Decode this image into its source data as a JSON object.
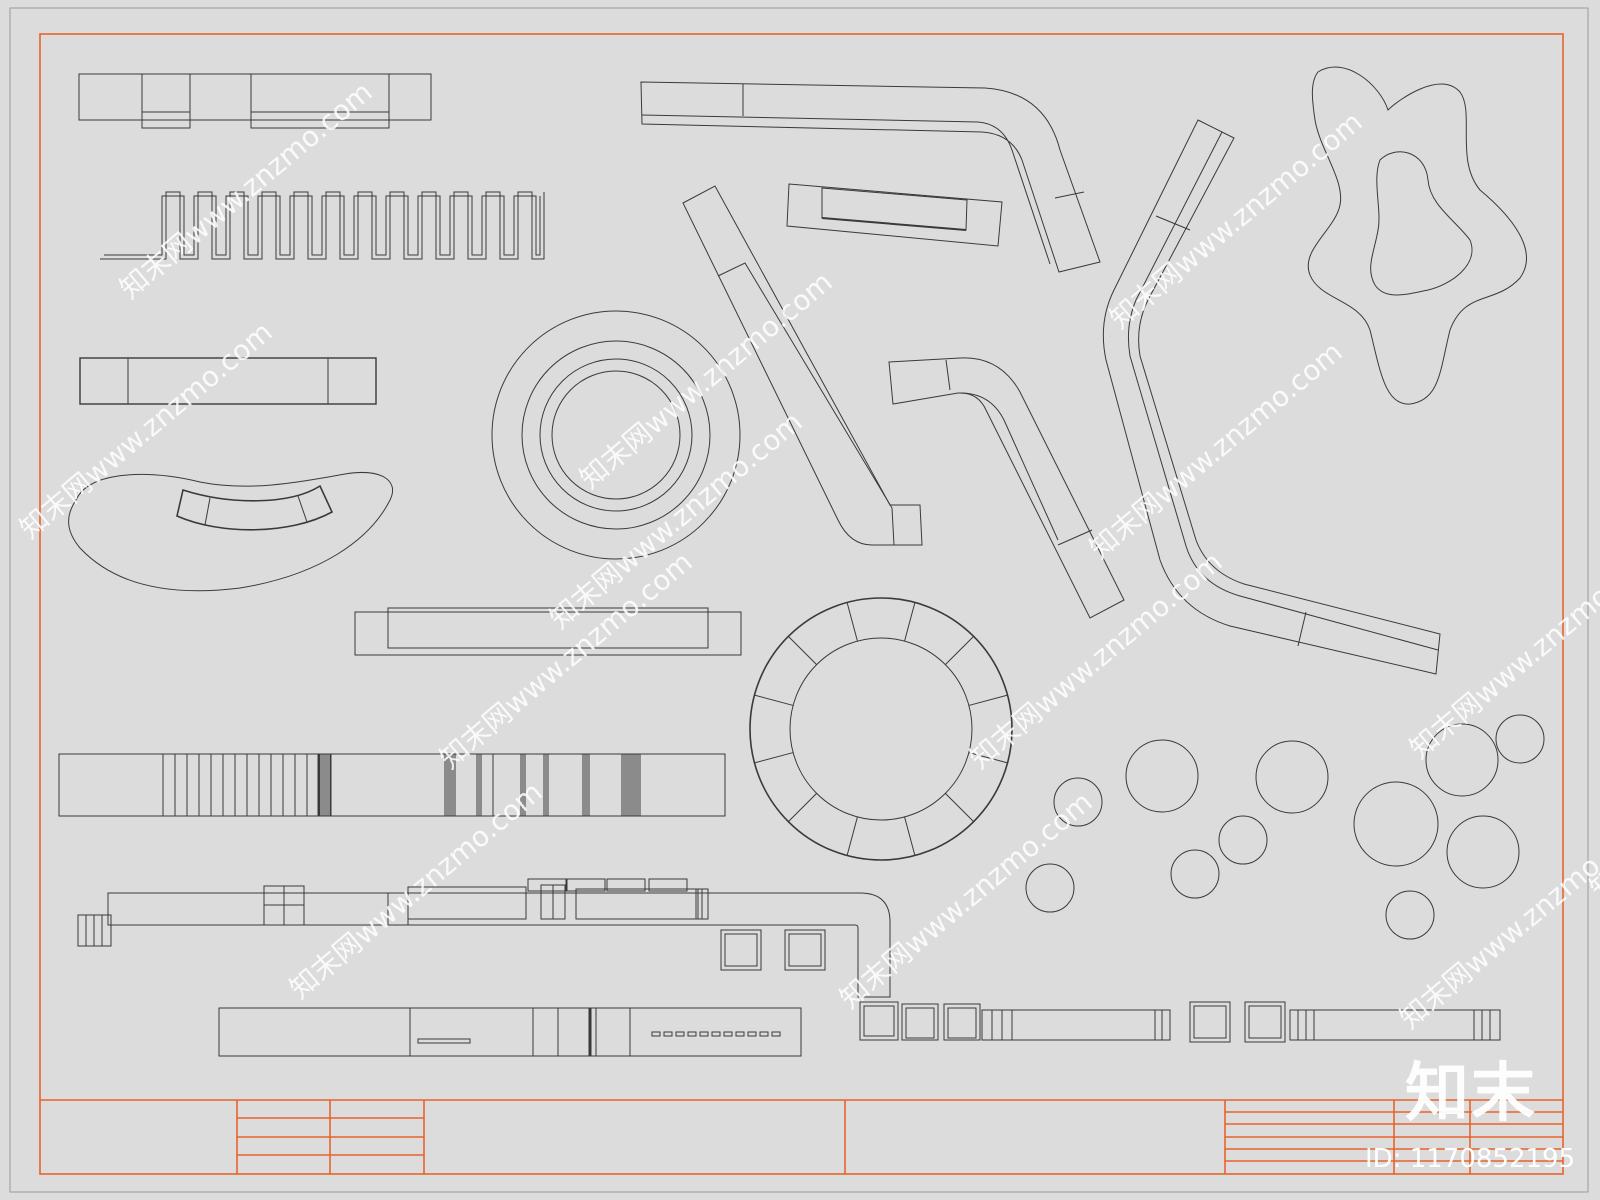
{
  "watermark": {
    "brand": "知末",
    "id_text": "ID: 1170852195",
    "text": "知末网www.znzmo.com",
    "color": "#ffffff"
  },
  "colors": {
    "background": "#dcdcdc",
    "frame": "#e8632b",
    "line": "#3a3a3a"
  },
  "drawing_type": "bench plan library (CAD)"
}
